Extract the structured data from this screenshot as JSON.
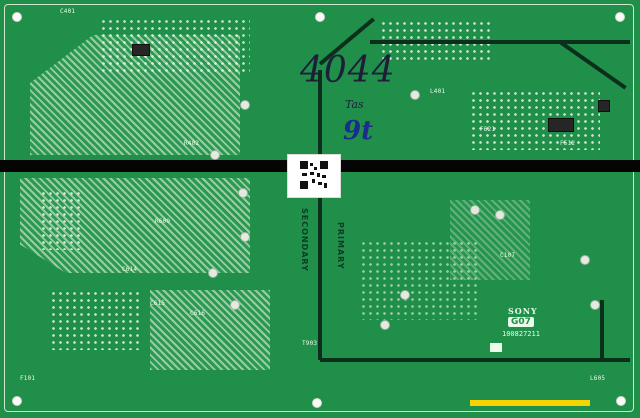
{
  "board": {
    "handwritten_number": "4044",
    "handwritten_code": "9t",
    "small_handwriting": "Tas"
  },
  "labels": {
    "secondary": "SECONDARY",
    "primary": "PRIMARY",
    "maker": "SONY",
    "stamp": "G07",
    "part_number": "100827211"
  },
  "components": {
    "refs_top": [
      "C401",
      "R402",
      "L401",
      "F621",
      "F512"
    ],
    "refs_mid": [
      "R600",
      "C614",
      "C616",
      "C615"
    ],
    "refs_bottom": [
      "T903",
      "F101",
      "C107",
      "L605"
    ]
  },
  "colors": {
    "board": "#1f8f4a",
    "silkscreen": "#eafbe9",
    "tape": "#050505",
    "qr_background": "#ffffff",
    "ink": "#1e1e3a"
  }
}
